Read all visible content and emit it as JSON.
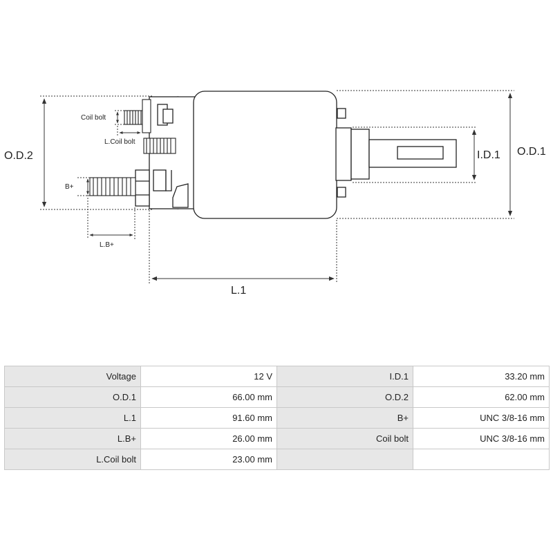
{
  "diagram": {
    "labels": {
      "od2": "O.D.2",
      "od1": "O.D.1",
      "id1": "I.D.1",
      "l1": "L.1",
      "lb": "L.B+",
      "bplus": "B+",
      "coil_bolt": "Coil bolt",
      "l_coil_bolt": "L.Coil bolt"
    }
  },
  "specs": {
    "rows": [
      [
        {
          "label": "Voltage",
          "value": "12 V"
        },
        {
          "label": "I.D.1",
          "value": "33.20 mm"
        }
      ],
      [
        {
          "label": "O.D.1",
          "value": "66.00 mm"
        },
        {
          "label": "O.D.2",
          "value": "62.00 mm"
        }
      ],
      [
        {
          "label": "L.1",
          "value": "91.60 mm"
        },
        {
          "label": "B+",
          "value": "UNC 3/8-16 mm"
        }
      ],
      [
        {
          "label": "L.B+",
          "value": "26.00 mm"
        },
        {
          "label": "Coil bolt",
          "value": "UNC 3/8-16 mm"
        }
      ],
      [
        {
          "label": "L.Coil bolt",
          "value": "23.00 mm"
        },
        {
          "label": "",
          "value": ""
        }
      ]
    ]
  }
}
